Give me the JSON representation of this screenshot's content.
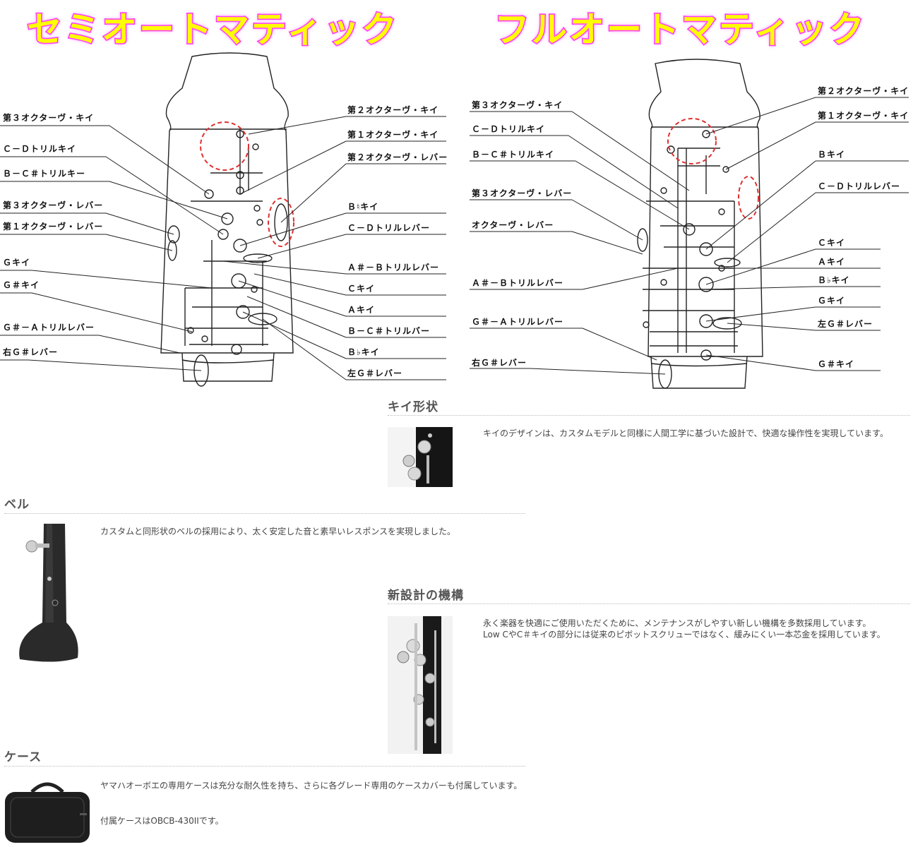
{
  "banners": {
    "semi": "セミオートマティック",
    "full": "フルオートマティック"
  },
  "diagram_semi": {
    "labels_left": [
      "第３オクターヴ・キイ",
      "Ｃ－Ｄトリルキイ",
      "Ｂ－Ｃ＃トリルキー",
      "第３オクターヴ・レバー",
      "第１オクターヴ・レバー",
      "Ｇキイ",
      "Ｇ＃キイ",
      "Ｇ＃－Ａトリルレバー",
      "右Ｇ＃レバー"
    ],
    "labels_right": [
      "第２オクターヴ・キイ",
      "第１オクターヴ・キイ",
      "第２オクターヴ・レバー",
      "Ｂ♮キイ",
      "Ｃ－Ｄトリルレバー",
      "Ａ＃－Ｂトリルレバー",
      "Ｃキイ",
      "Ａキイ",
      "Ｂ－Ｃ＃トリルバー",
      "Ｂ♭キイ",
      "左Ｇ＃レバー"
    ]
  },
  "diagram_full": {
    "labels_left": [
      "第３オクターヴ・キイ",
      "Ｃ－Ｄトリルキイ",
      "Ｂ－Ｃ＃トリルキイ",
      "第３オクターヴ・レバー",
      "オクターヴ・レバー",
      "Ａ＃－Ｂトリルレバー",
      "Ｇ＃－Ａトリルレバー",
      "右Ｇ＃レバー"
    ],
    "labels_right": [
      "第２オクターヴ・キイ",
      "第１オクターヴ・キイ",
      "Ｂキイ",
      "Ｃ－Ｄトリルレバー",
      "Ｃキイ",
      "Ａキイ",
      "Ｂ♭キイ",
      "Ｇキイ",
      "左Ｇ＃レバー",
      "Ｇ＃キイ"
    ]
  },
  "sections": {
    "key_shape": {
      "title": "キイ形状",
      "text": "キイのデザインは、カスタムモデルと同様に人間工学に基づいた設計で、快適な操作性を実現しています。"
    },
    "bell": {
      "title": "ベル",
      "text": "カスタムと同形状のベルの採用により、太く安定した音と素早いレスポンスを実現しました。"
    },
    "mechanism": {
      "title": "新設計の機構",
      "text_1": "永く楽器を快適にご使用いただくために、メンテナンスがしやすい新しい機構を多数採用しています。",
      "text_2": "Low CやC＃キイの部分には従来のピボットスクリューではなく、緩みにくい一本芯金を採用しています。"
    },
    "case": {
      "title": "ケース",
      "text_1": "ヤマハオーボエの専用ケースは充分な耐久性を持ち、さらに各グレード専用のケースカバーも付属しています。",
      "text_2": "付属ケースはOBCB-430IIです。"
    }
  },
  "colors": {
    "banner_fill": "#ffff00",
    "banner_outline": "#ff33ff",
    "highlight_circle": "#e03030",
    "heading": "#555555"
  }
}
